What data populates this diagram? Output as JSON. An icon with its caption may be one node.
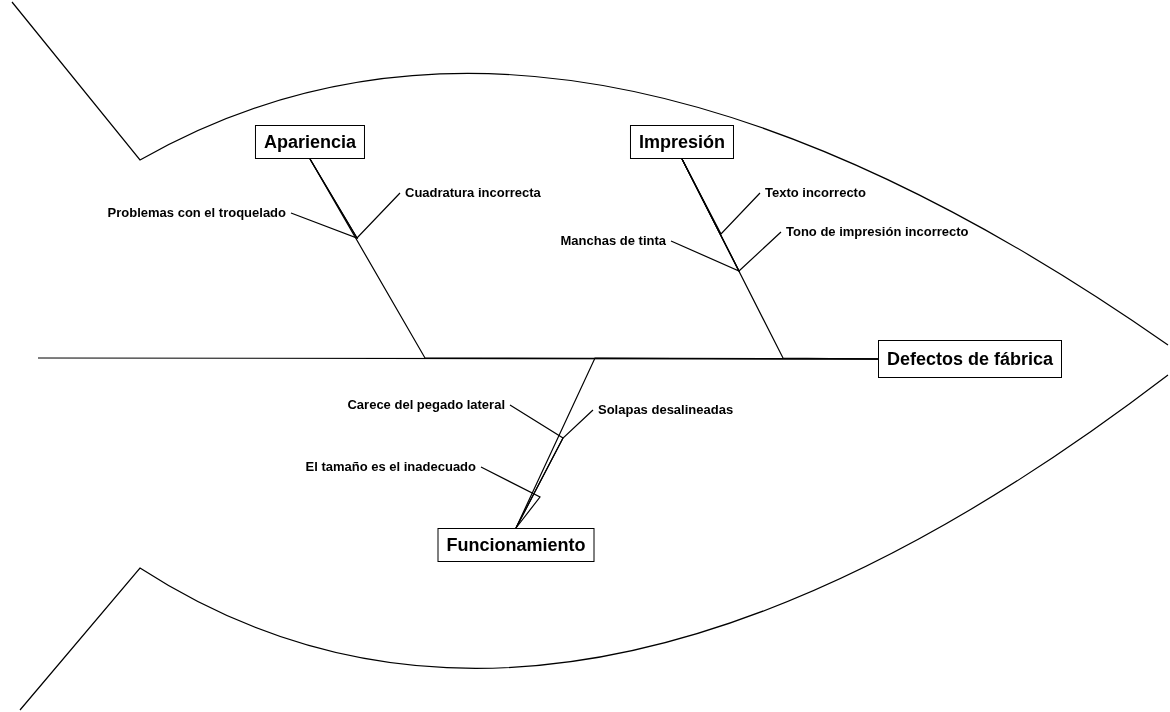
{
  "diagram": {
    "nodes": [
      {
        "text": [
          "Defectos de fábrica"
        ]
      },
      {
        "text": [
          "Apariencia"
        ]
      },
      {
        "text": [
          "Impresión"
        ]
      },
      {
        "text": [
          "Funcionamiento"
        ]
      },
      {
        "text": [
          "Problemas con el troquelado"
        ]
      },
      {
        "text": [
          "Cuadratura incorrecta"
        ]
      },
      {
        "text": [
          "Texto incorrecto"
        ]
      },
      {
        "text": [
          "Manchas de tinta"
        ]
      },
      {
        "text": [
          "Tono de impresión incorrecto"
        ]
      },
      {
        "text": [
          "Carece del pegado lateral"
        ]
      },
      {
        "text": [
          "Solapas desalineadas"
        ]
      },
      {
        "text": [
          "El tamaño es el inadecuado"
        ]
      }
    ],
    "edges": [
      {
        "from": null,
        "to": 0,
        "arrow": "none"
      },
      {
        "from": 1,
        "to": 0,
        "arrow": "none"
      },
      {
        "from": 2,
        "to": 0,
        "arrow": "none"
      },
      {
        "from": 3,
        "to": 0,
        "arrow": "none"
      },
      {
        "from": 4,
        "to": 1,
        "arrow": "none"
      },
      {
        "from": 5,
        "to": 1,
        "arrow": "none"
      },
      {
        "from": 6,
        "to": 2,
        "arrow": "none"
      },
      {
        "from": 7,
        "to": 2,
        "arrow": "none"
      },
      {
        "from": 8,
        "to": 2,
        "arrow": "none"
      },
      {
        "from": 9,
        "to": 3,
        "arrow": "none"
      },
      {
        "from": 10,
        "to": 3,
        "arrow": "none"
      },
      {
        "from": 11,
        "to": 3,
        "arrow": "none"
      }
    ]
  }
}
